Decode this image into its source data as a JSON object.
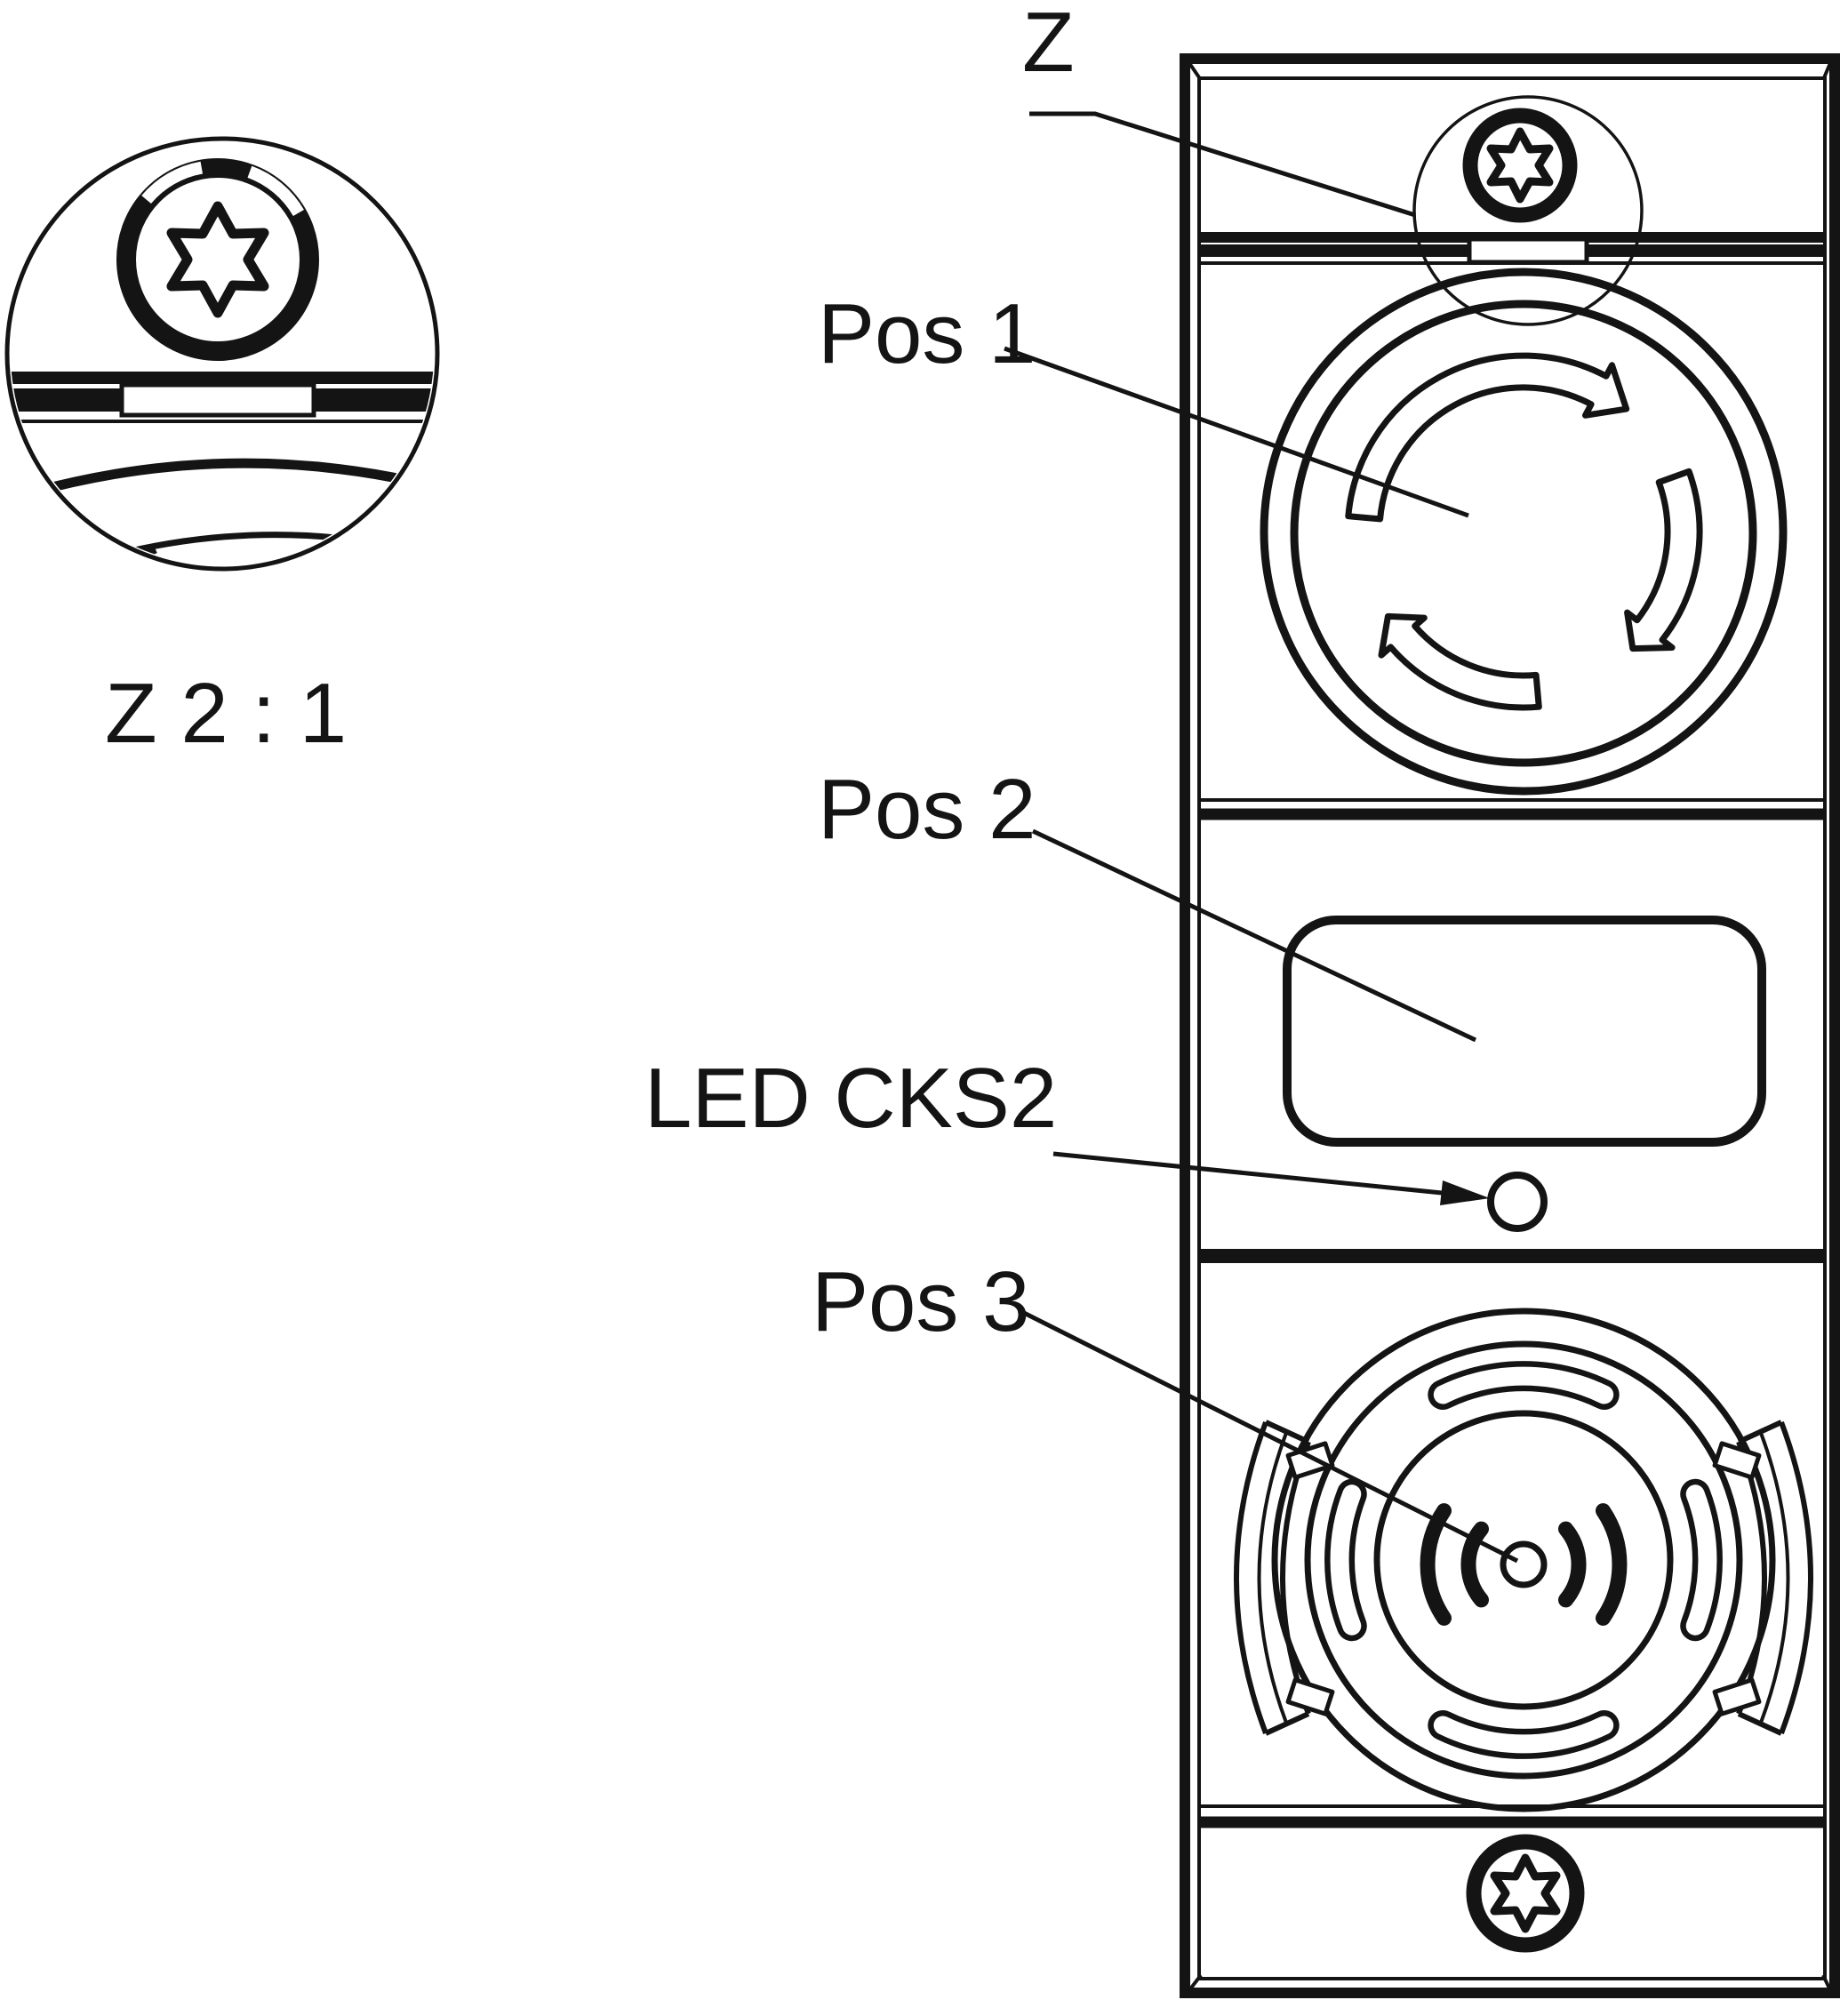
{
  "figure": {
    "type": "technical-drawing",
    "description_visible_text_only": true,
    "labels": {
      "z": "Z",
      "pos1": "Pos 1",
      "pos2": "Pos 2",
      "led": "LED CKS2",
      "pos3": "Pos 3"
    },
    "detail_view": {
      "scale_label": "Z  2 : 1"
    },
    "colors": {
      "line": "#141414",
      "background": "#ffffff"
    }
  }
}
